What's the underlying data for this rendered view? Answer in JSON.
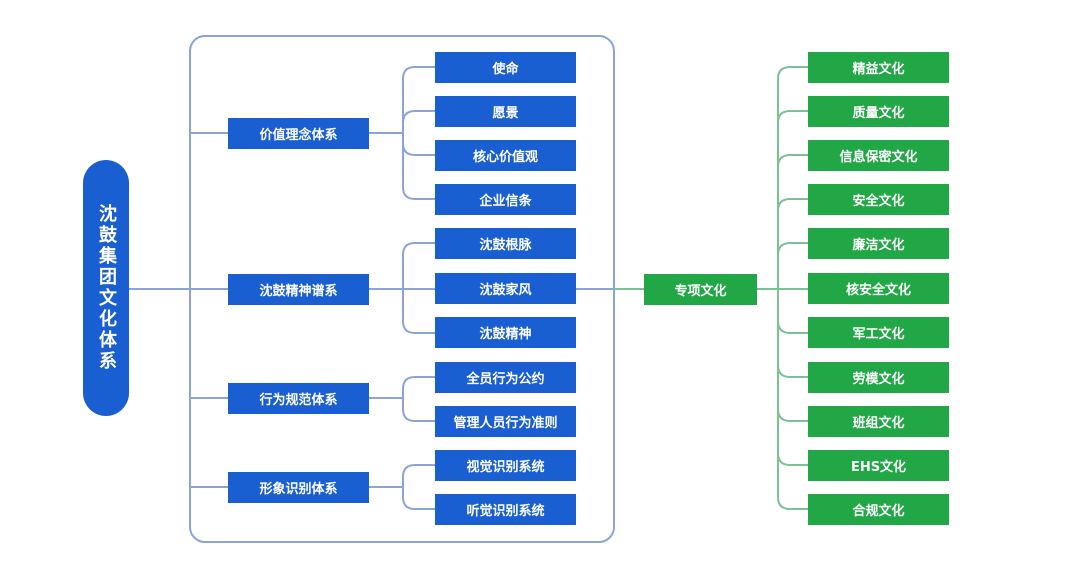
{
  "root": {
    "label": "沈鼓集团文化体系"
  },
  "groups": [
    {
      "label": "价值理念体系",
      "children": [
        "使命",
        "愿景",
        "核心价值观",
        "企业信条"
      ]
    },
    {
      "label": "沈鼓精神谱系",
      "children": [
        "沈鼓根脉",
        "沈鼓家风",
        "沈鼓精神"
      ]
    },
    {
      "label": "行为规范体系",
      "children": [
        "全员行为公约",
        "管理人员行为准则"
      ]
    },
    {
      "label": "形象识别体系",
      "children": [
        "视觉识别系统",
        "听觉识别系统"
      ]
    }
  ],
  "special": {
    "label": "专项文化",
    "children": [
      "精益文化",
      "质量文化",
      "信息保密文化",
      "安全文化",
      "廉洁文化",
      "核安全文化",
      "军工文化",
      "劳模文化",
      "班组文化",
      "EHS文化",
      "合规文化"
    ]
  },
  "colors": {
    "blue": "#1a5fd1",
    "green": "#21a746",
    "blue_line": "#8aa4d6",
    "green_line": "#7cc095"
  }
}
